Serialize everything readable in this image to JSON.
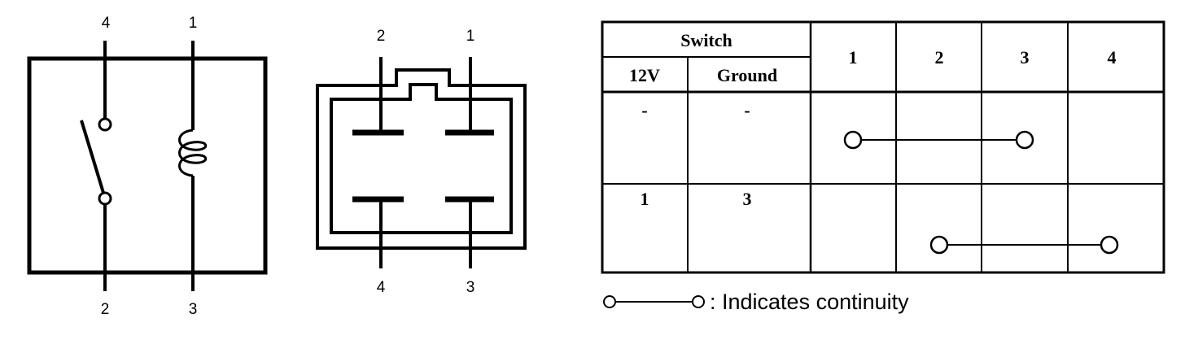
{
  "relay_schematic": {
    "pins": {
      "top_left": "4",
      "top_right": "1",
      "bottom_left": "2",
      "bottom_right": "3"
    }
  },
  "connector_view": {
    "pins": {
      "top_left": "2",
      "top_right": "1",
      "bottom_left": "4",
      "bottom_right": "3"
    }
  },
  "continuity_table": {
    "switch_header": "Switch",
    "switch_columns": [
      "12V",
      "Ground"
    ],
    "terminal_columns": [
      "1",
      "2",
      "3",
      "4"
    ],
    "rows": [
      {
        "v12": "-",
        "ground": "-",
        "continuity": [
          "1",
          "3"
        ]
      },
      {
        "v12": "1",
        "ground": "3",
        "continuity": [
          "2",
          "4"
        ]
      }
    ]
  },
  "legend": {
    "text": ": Indicates continuity"
  }
}
